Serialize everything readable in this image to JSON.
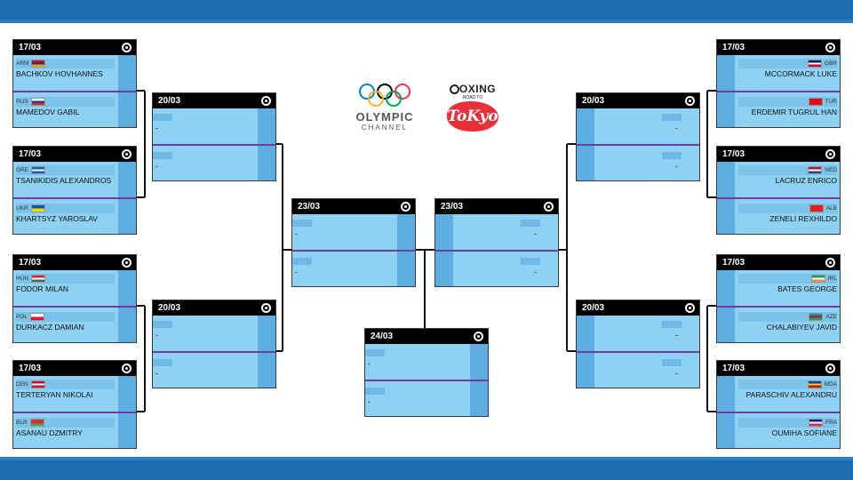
{
  "branding": {
    "olympic_line1": "OLYMPIC",
    "olympic_line2": "CHANNEL",
    "boxing_word": "OXING",
    "road_to": "ROAD TO",
    "tokyo": "ToKyo"
  },
  "colors": {
    "band": "#1f6bb0",
    "card": "#8ed1f3",
    "strip": "#5eaee3",
    "divider": "#6b3fa0"
  },
  "r1_left": [
    {
      "date": "17/03",
      "f1": {
        "country": "ARM",
        "name": "Bachkov Hovhannes",
        "flag": [
          "#d90012",
          "#0033a0",
          "#f2a800"
        ]
      },
      "f2": {
        "country": "RUS",
        "name": "Mamedov Gabil",
        "flag": [
          "#ffffff",
          "#0039a6",
          "#d52b1e"
        ]
      }
    },
    {
      "date": "17/03",
      "f1": {
        "country": "GRE",
        "name": "Tsanikidis Alexandros",
        "flag": [
          "#0d5eaf",
          "#ffffff",
          "#0d5eaf"
        ]
      },
      "f2": {
        "country": "UKR",
        "name": "Khartsyz Yaroslav",
        "flag": [
          "#0057b7",
          "#ffd700"
        ]
      }
    },
    {
      "date": "17/03",
      "f1": {
        "country": "HUN",
        "name": "Fodor Milan",
        "flag": [
          "#ce2939",
          "#ffffff",
          "#477050"
        ]
      },
      "f2": {
        "country": "POL",
        "name": "Durkacz Damian",
        "flag": [
          "#ffffff",
          "#dc143c"
        ]
      }
    },
    {
      "date": "17/03",
      "f1": {
        "country": "DEN",
        "name": "Terteryan Nikolai",
        "flag": [
          "#c8102e",
          "#ffffff",
          "#c8102e"
        ]
      },
      "f2": {
        "country": "BLR",
        "name": "Asanau Dzmitry",
        "flag": [
          "#c8313e",
          "#c8313e",
          "#4aa657"
        ]
      }
    }
  ],
  "r1_right": [
    {
      "date": "17/03",
      "f1": {
        "country": "GBR",
        "name": "McCormack Luke",
        "flag": [
          "#012169",
          "#ffffff",
          "#c8102e"
        ]
      },
      "f2": {
        "country": "TUR",
        "name": "Erdemir Tugrul Han",
        "flag": [
          "#e30a17",
          "#e30a17"
        ]
      }
    },
    {
      "date": "17/03",
      "f1": {
        "country": "NED",
        "name": "Lacruz Enrico",
        "flag": [
          "#ae1c28",
          "#ffffff",
          "#21468b"
        ]
      },
      "f2": {
        "country": "ALB",
        "name": "Zeneli Rexhildo",
        "flag": [
          "#e41e20",
          "#e41e20"
        ]
      }
    },
    {
      "date": "17/03",
      "f1": {
        "country": "IRL",
        "name": "Bates George",
        "flag": [
          "#169b62",
          "#ffffff",
          "#ff883e"
        ]
      },
      "f2": {
        "country": "AZE",
        "name": "Chalabiyev Javid",
        "flag": [
          "#0092bc",
          "#e4002b",
          "#00af66"
        ]
      }
    },
    {
      "date": "17/03",
      "f1": {
        "country": "MDA",
        "name": "Paraschiv Alexandru",
        "flag": [
          "#0046ae",
          "#ffd200",
          "#cc092f"
        ]
      },
      "f2": {
        "country": "FRA",
        "name": "Oumiha Sofiane",
        "flag": [
          "#002395",
          "#ffffff",
          "#ed2939"
        ]
      }
    }
  ],
  "qf_left": [
    {
      "date": "20/03",
      "a": "-",
      "b": "-"
    },
    {
      "date": "20/03",
      "a": "-",
      "b": "-"
    }
  ],
  "qf_right": [
    {
      "date": "20/03",
      "a": "-",
      "b": "-"
    },
    {
      "date": "20/03",
      "a": "-",
      "b": "-"
    }
  ],
  "sf_left": {
    "date": "23/03",
    "a": "-",
    "b": "-"
  },
  "sf_right": {
    "date": "23/03",
    "a": "-",
    "b": "-"
  },
  "final": {
    "date": "24/03",
    "a": "-",
    "b": "-"
  }
}
